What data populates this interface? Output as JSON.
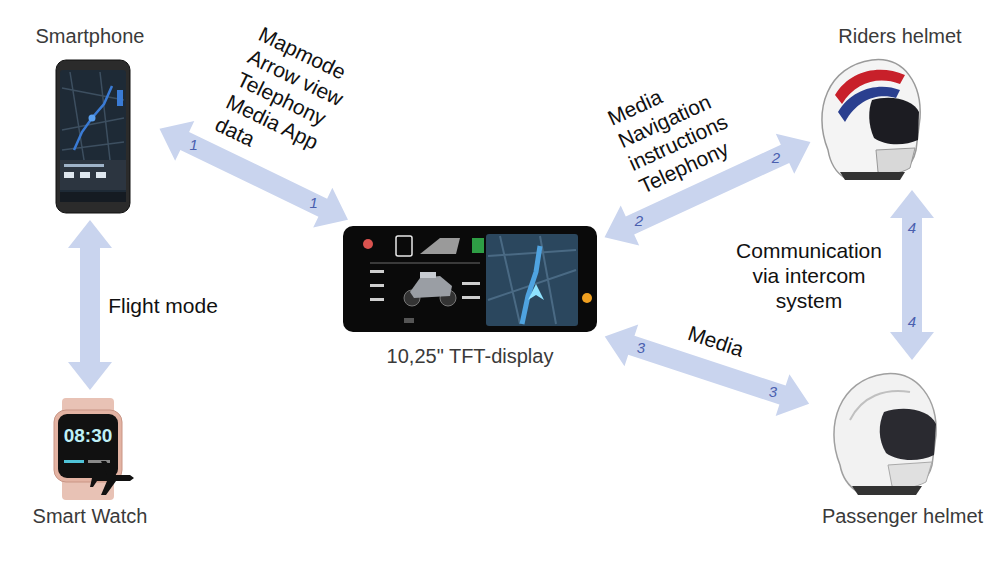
{
  "diagram": {
    "nodes": [
      {
        "text": [
          "Smartphone"
        ]
      },
      {
        "text": [
          "Riders helmet"
        ]
      },
      {
        "text": [
          "10,25\" TFT-display"
        ]
      },
      {
        "text": [
          "Smart Watch"
        ]
      },
      {
        "text": [
          "Passenger helmet"
        ]
      }
    ],
    "edges": [
      {
        "from": 0,
        "to": 2,
        "label": "Mapmode Arrow view Telephony Media App data",
        "arrow": "both"
      },
      {
        "from": 2,
        "to": 1,
        "label": "Media Navigation instructions Telephony",
        "arrow": "both"
      },
      {
        "from": 2,
        "to": 4,
        "label": "Media",
        "arrow": "both"
      },
      {
        "from": 1,
        "to": 4,
        "label": "Communication via intercom system",
        "arrow": "both"
      },
      {
        "from": 0,
        "to": 3,
        "label": "Flight mode",
        "arrow": "both"
      }
    ],
    "labels": [
      "08:30",
      "1",
      "1",
      "2",
      "2",
      "3",
      "3",
      "4",
      "4"
    ]
  }
}
